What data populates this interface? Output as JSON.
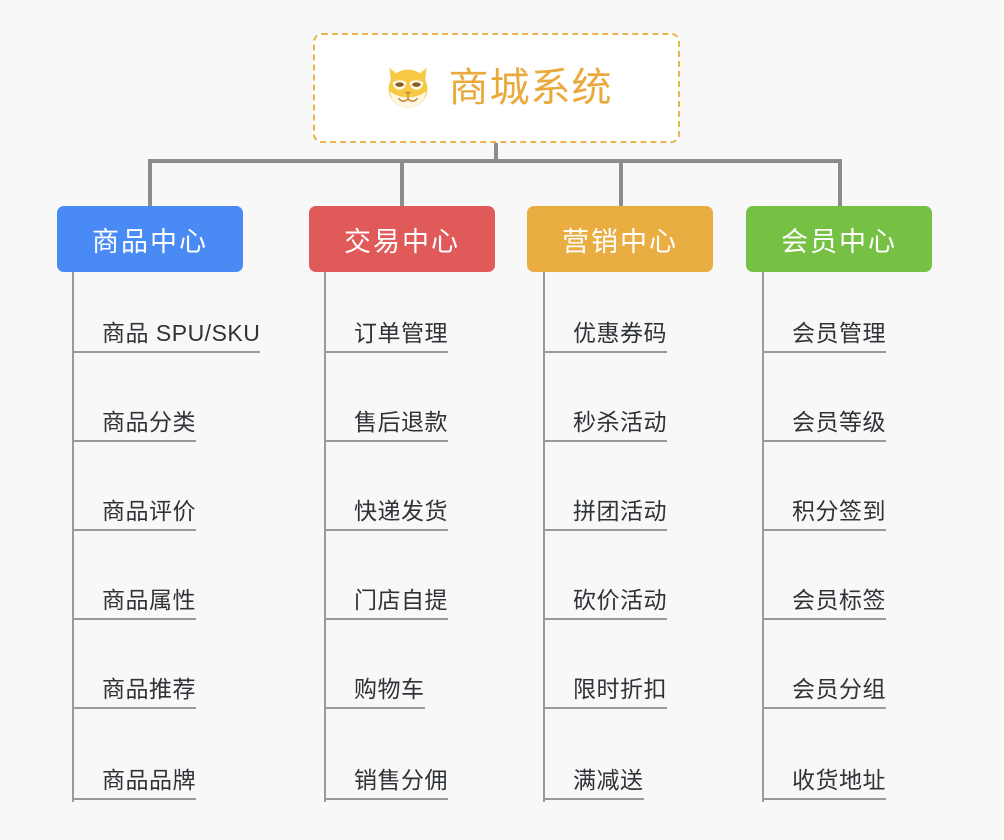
{
  "page": {
    "background_color": "#f8f8f8",
    "line_color": "#8c8c8c",
    "leaf_line_color": "#9a9a9a",
    "leaf_text_color": "#2f3337"
  },
  "root": {
    "title": "商城系统",
    "icon": "shiba-dog-face-icon",
    "border_color": "#e9b44c",
    "text_color": "#e9a93c",
    "background": "#ffffff"
  },
  "columns": [
    {
      "id": "product-center",
      "label": "商品中心",
      "color": "#4a8af4",
      "items": [
        "商品 SPU/SKU",
        "商品分类",
        "商品评价",
        "商品属性",
        "商品推荐",
        "商品品牌"
      ]
    },
    {
      "id": "trade-center",
      "label": "交易中心",
      "color": "#e15a5a",
      "items": [
        "订单管理",
        "售后退款",
        "快递发货",
        "门店自提",
        "购物车",
        "销售分佣"
      ]
    },
    {
      "id": "marketing-center",
      "label": "营销中心",
      "color": "#e9ad41",
      "items": [
        "优惠券码",
        "秒杀活动",
        "拼团活动",
        "砍价活动",
        "限时折扣",
        "满减送"
      ]
    },
    {
      "id": "member-center",
      "label": "会员中心",
      "color": "#76c044",
      "items": [
        "会员管理",
        "会员等级",
        "积分签到",
        "会员标签",
        "会员分组",
        "收货地址"
      ]
    }
  ]
}
